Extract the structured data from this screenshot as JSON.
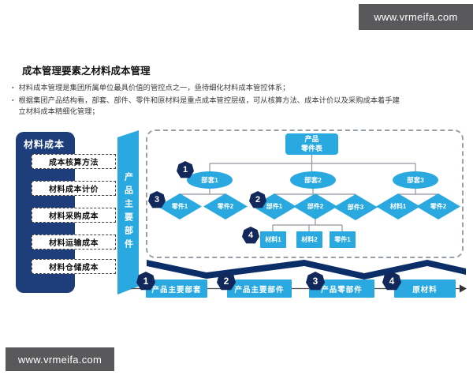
{
  "banners": {
    "top_right": "www.vrmeifa.com",
    "bottom_left": "www.vrmeifa.com"
  },
  "title": "成本管理要素之材料成本管理",
  "bullets": [
    "材料成本管理是集团所属单位最具价值的管控点之一，亟待细化材料成本管控体系；",
    "根据集团产品结构看，部套、部件、零件和原材料是重点成本管控层级，可从核算方法、成本计价以及采购成本着手建立材料成本精细化管理；"
  ],
  "sidebar": {
    "header": "材料成本",
    "items": [
      {
        "label": "成本核算方法"
      },
      {
        "label": "材料成本计价"
      },
      {
        "label": "材料采购成本"
      },
      {
        "label": "材料运输成本"
      },
      {
        "label": "材料仓储成本"
      }
    ]
  },
  "ribbon": {
    "label": "产品主要部件"
  },
  "tree": {
    "root": {
      "line1": "产品",
      "line2": "零件表"
    },
    "level2": [
      {
        "label": "部套1"
      },
      {
        "label": "部套2"
      },
      {
        "label": "部套3"
      }
    ],
    "level3": [
      {
        "label": "零件1",
        "parent": "部套1"
      },
      {
        "label": "零件2",
        "parent": "部套1"
      },
      {
        "label": "部件1",
        "parent": "部套2"
      },
      {
        "label": "部件2",
        "parent": "部套2"
      },
      {
        "label": "部件3",
        "parent": "部套2"
      },
      {
        "label": "材料1",
        "parent": "部套3"
      },
      {
        "label": "零件2",
        "parent": "部套3"
      }
    ],
    "level4": [
      {
        "label": "材料1",
        "parent": "部件2"
      },
      {
        "label": "材料2",
        "parent": "部件2"
      },
      {
        "label": "零件1",
        "parent": "部件2"
      }
    ],
    "badges": {
      "b1": "1",
      "b2": "2",
      "b3": "3",
      "b4": "4"
    }
  },
  "flow": {
    "steps": [
      {
        "num": "1",
        "label": "产品主要部套"
      },
      {
        "num": "2",
        "label": "产品主要部件"
      },
      {
        "num": "3",
        "label": "产品零部件"
      },
      {
        "num": "4",
        "label": "原材料"
      }
    ]
  },
  "colors": {
    "light_blue": "#2aa9e1",
    "navy_badge": "#12275a",
    "navy_panel": "#1e3e7b",
    "navy_zigzag": "#0c2e68",
    "banner_gray": "#59595b"
  }
}
